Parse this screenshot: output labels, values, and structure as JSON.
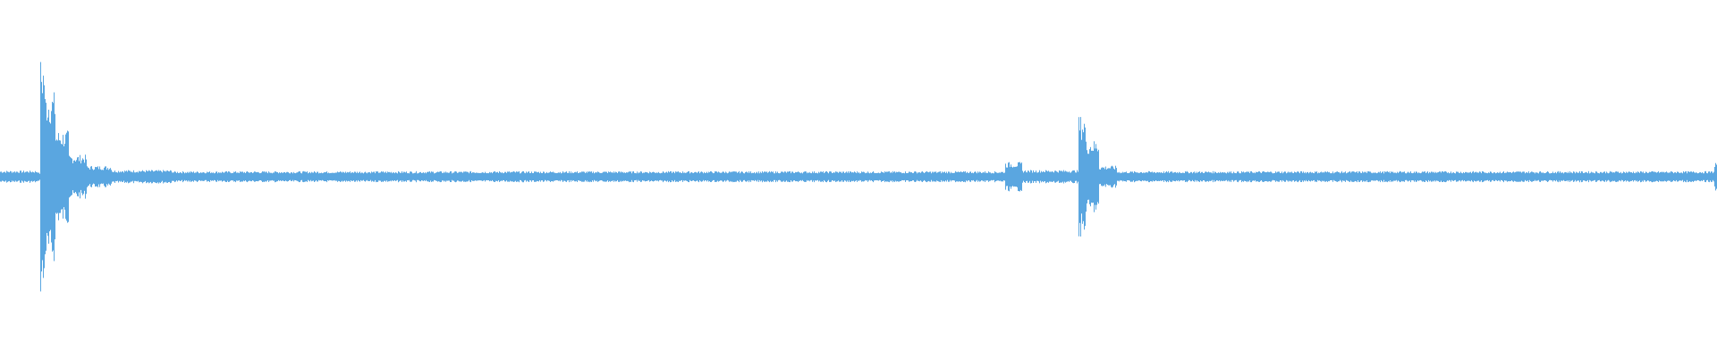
{
  "waveform": {
    "color": "#5aa6e0",
    "background": "#ffffff",
    "peaks_description_free": true,
    "segments": [
      {
        "start": 0.0,
        "end": 0.022,
        "amp": 0.05
      },
      {
        "start": 0.022,
        "end": 0.023,
        "amp": 0.035
      },
      {
        "start": 0.023,
        "end": 0.026,
        "amp": 0.98
      },
      {
        "start": 0.026,
        "end": 0.032,
        "amp": 0.7
      },
      {
        "start": 0.032,
        "end": 0.04,
        "amp": 0.38
      },
      {
        "start": 0.04,
        "end": 0.05,
        "amp": 0.18
      },
      {
        "start": 0.05,
        "end": 0.065,
        "amp": 0.09
      },
      {
        "start": 0.065,
        "end": 0.1,
        "amp": 0.055
      },
      {
        "start": 0.1,
        "end": 0.585,
        "amp": 0.045
      },
      {
        "start": 0.585,
        "end": 0.595,
        "amp": 0.12
      },
      {
        "start": 0.595,
        "end": 0.628,
        "amp": 0.055
      },
      {
        "start": 0.628,
        "end": 0.632,
        "amp": 0.5
      },
      {
        "start": 0.632,
        "end": 0.64,
        "amp": 0.3
      },
      {
        "start": 0.64,
        "end": 0.65,
        "amp": 0.09
      },
      {
        "start": 0.65,
        "end": 0.998,
        "amp": 0.045
      },
      {
        "start": 0.998,
        "end": 1.0,
        "amp": 0.12
      }
    ]
  }
}
